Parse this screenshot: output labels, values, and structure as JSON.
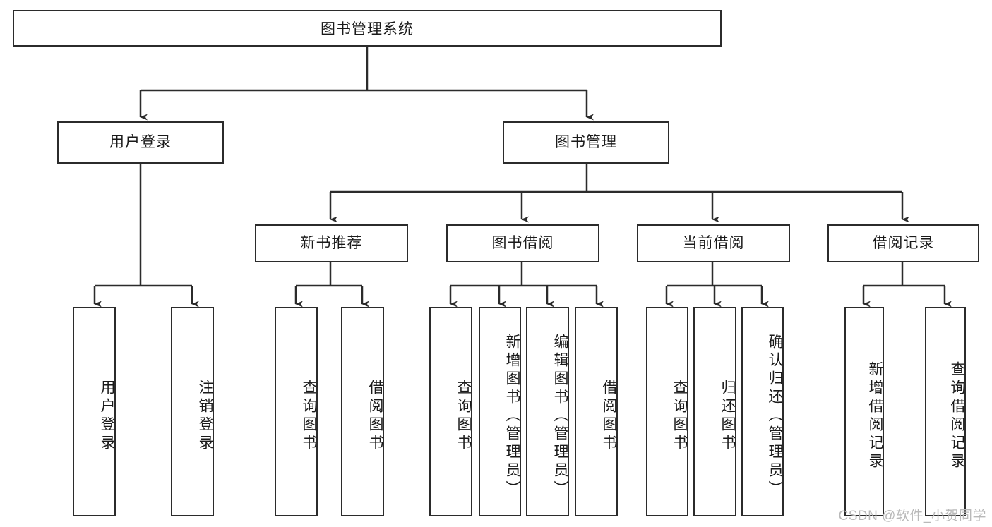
{
  "diagram": {
    "title": "图书管理系统",
    "colors": {
      "stroke": "#2b2b2b",
      "fill": "#ffffff",
      "text": "#1a1a1a",
      "watermark": "#b9b9b9"
    },
    "root": {
      "label": "图书管理系统"
    },
    "level2": [
      {
        "label": "用户登录"
      },
      {
        "label": "图书管理"
      }
    ],
    "level3": [
      {
        "label": "新书推荐"
      },
      {
        "label": "图书借阅"
      },
      {
        "label": "当前借阅"
      },
      {
        "label": "借阅记录"
      }
    ],
    "leaves": [
      {
        "label": "用户登录"
      },
      {
        "label": "注销登录"
      },
      {
        "label": "查询图书"
      },
      {
        "label": "借阅图书"
      },
      {
        "label": "查询图书"
      },
      {
        "label": "新增图书（管理员）"
      },
      {
        "label": "编辑图书（管理员）"
      },
      {
        "label": "借阅图书"
      },
      {
        "label": "查询图书"
      },
      {
        "label": "归还图书"
      },
      {
        "label": "确认归还（管理员）"
      },
      {
        "label": "新增借阅记录"
      },
      {
        "label": "查询借阅记录"
      }
    ]
  },
  "watermark": {
    "text": "CSDN @软件_小贺同学"
  }
}
